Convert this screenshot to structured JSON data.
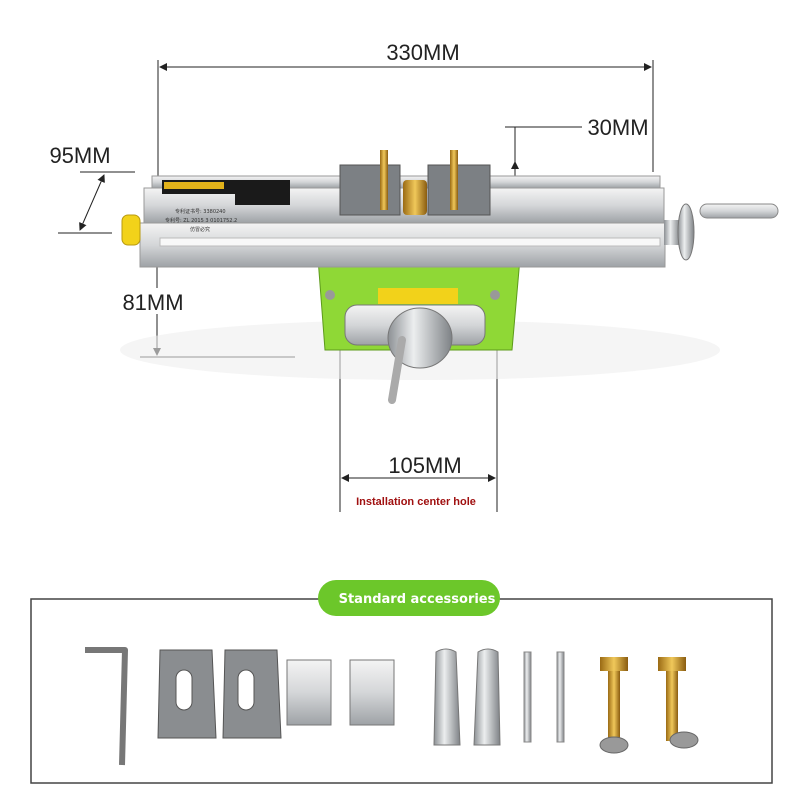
{
  "dimensions": {
    "length": "330MM",
    "jaw_height": "30MM",
    "width": "95MM",
    "height": "81MM",
    "hole_spacing": "105MM",
    "hole_note": "Installation center hole"
  },
  "table_label": {
    "line1": "专利证书号: 3380240",
    "line2": "专利号: ZL 2015 3 0101752.2",
    "line3": "仿冒必究"
  },
  "accessories": {
    "title": "Standard accessories",
    "items": [
      "hex-key",
      "clamp-plate",
      "clamp-plate",
      "serrated-block",
      "serrated-block",
      "tapered-pin",
      "tapered-pin",
      "long-screw",
      "long-screw",
      "bolt-with-nut",
      "bolt-with-nut"
    ]
  },
  "colors": {
    "accent_green": "#6cc72a",
    "base_green": "#8fd836",
    "note_red": "#a01010",
    "knob_yellow": "#f2d21a"
  }
}
